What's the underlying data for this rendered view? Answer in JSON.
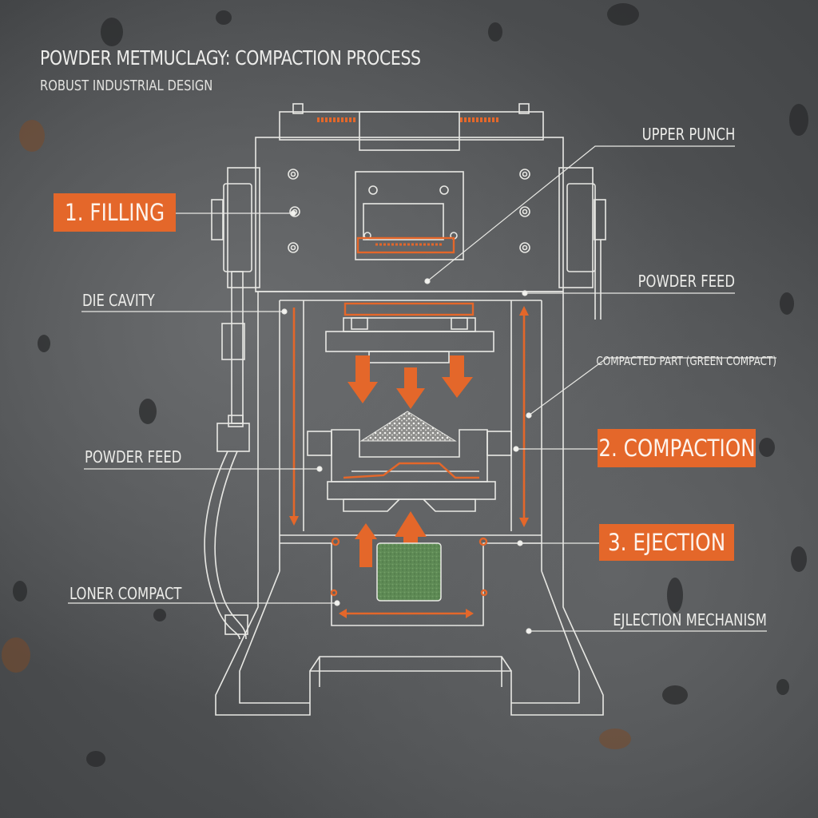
{
  "header": {
    "title": "POWDER METMUCLAGY: COMPACTION PROCESS",
    "subtitle": "ROBUST INDUSTRIAL DESIGN"
  },
  "steps": [
    {
      "label": "1. FILLING"
    },
    {
      "label": "2. COMPACTION"
    },
    {
      "label": "3. EJECTION"
    }
  ],
  "labels": {
    "upper_punch": "UPPER PUNCH",
    "powder_feed_right": "POWDER FEED",
    "die_cavity": "DIE CAVITY",
    "compacted_part": "COMPACTED PART (GREEN COMPACT)",
    "powder_feed_left": "POWDER FEED",
    "loner_compact": "LONER COMPACT",
    "ejection_mechanism": "EJLECTION MECHANISM"
  },
  "colors": {
    "accent": "#e4672a",
    "line": "#e8e8e4",
    "green_compact": "#5e8a55"
  }
}
